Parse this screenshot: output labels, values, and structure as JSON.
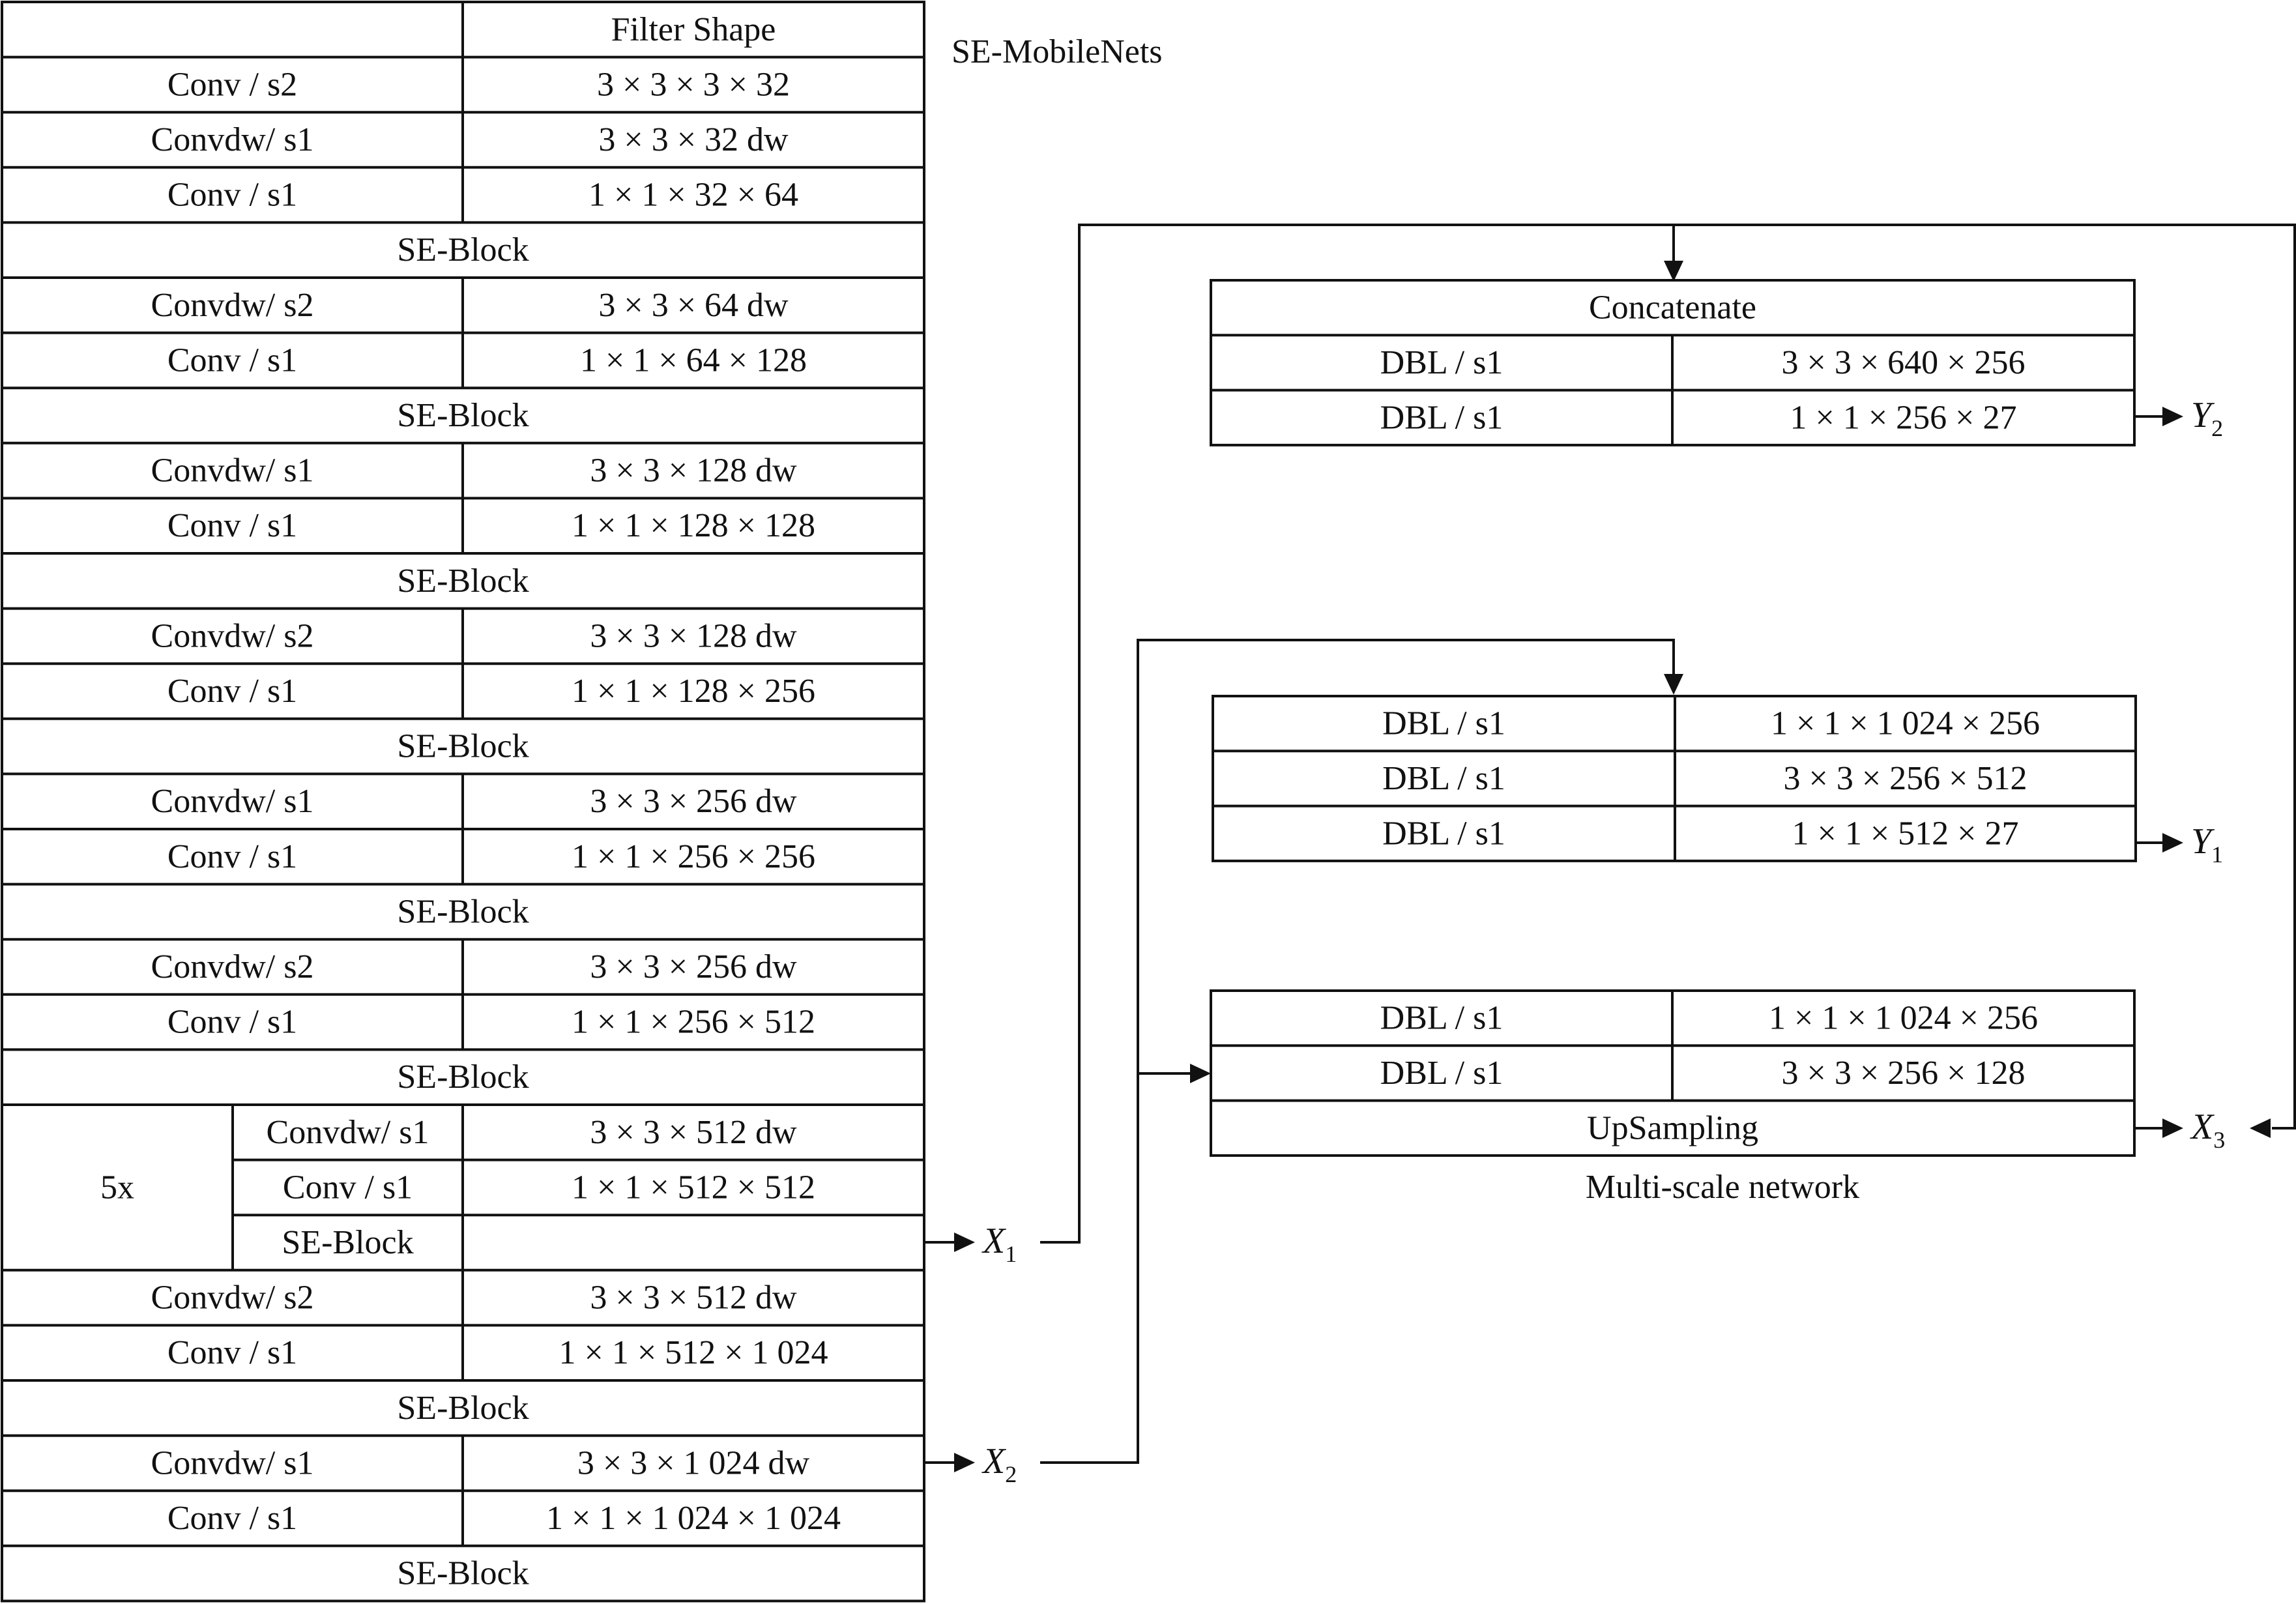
{
  "backbone": {
    "title": "SE-MobileNets",
    "header": {
      "layer": "",
      "shape": "Filter Shape"
    },
    "rows": [
      {
        "layer": "Conv / s2",
        "shape": "3 × 3 × 3 × 32"
      },
      {
        "layer": "Convdw/ s1",
        "shape": "3 × 3 × 32 dw"
      },
      {
        "layer": "Conv / s1",
        "shape": "1 × 1 × 32 × 64"
      },
      {
        "span": "SE-Block"
      },
      {
        "layer": "Convdw/ s2",
        "shape": "3 × 3 × 64 dw"
      },
      {
        "layer": "Conv / s1",
        "shape": "1 × 1 × 64 × 128"
      },
      {
        "span": "SE-Block"
      },
      {
        "layer": "Convdw/ s1",
        "shape": "3 × 3 × 128 dw"
      },
      {
        "layer": "Conv / s1",
        "shape": "1 × 1 × 128 × 128"
      },
      {
        "span": "SE-Block"
      },
      {
        "layer": "Convdw/ s2",
        "shape": "3 × 3 × 128 dw"
      },
      {
        "layer": "Conv / s1",
        "shape": "1 × 1 × 128 × 256"
      },
      {
        "span": "SE-Block"
      },
      {
        "layer": "Convdw/ s1",
        "shape": "3 × 3 × 256 dw"
      },
      {
        "layer": "Conv / s1",
        "shape": "1 × 1 × 256 × 256"
      },
      {
        "span": "SE-Block"
      },
      {
        "layer": "Convdw/ s2",
        "shape": "3 × 3 × 256 dw"
      },
      {
        "layer": "Conv / s1",
        "shape": "1 × 1 × 256 × 512"
      },
      {
        "span": "SE-Block"
      },
      {
        "group": "5x",
        "layer": "Convdw/ s1",
        "shape": "3 × 3 × 512 dw"
      },
      {
        "group": "5x",
        "layer": "Conv / s1",
        "shape": "1 × 1 × 512 × 512"
      },
      {
        "group": "5x",
        "layer": "SE-Block",
        "shape": "",
        "output": "X1"
      },
      {
        "layer": "Convdw/ s2",
        "shape": "3 × 3 × 512 dw"
      },
      {
        "layer": "Conv / s1",
        "shape": "1 × 1 × 512 × 1 024"
      },
      {
        "span": "SE-Block"
      },
      {
        "layer": "Convdw/ s1",
        "shape": "3 × 3 × 1 024 dw",
        "output": "X2"
      },
      {
        "layer": "Conv / s1",
        "shape": "1 × 1 × 1 024 × 1 024"
      },
      {
        "span": "SE-Block"
      }
    ]
  },
  "multiscale": {
    "title": "Multi-scale network",
    "block_top": {
      "header": "Concatenate",
      "rows": [
        {
          "layer": "DBL / s1",
          "shape": "3 × 3 × 640 × 256"
        },
        {
          "layer": "DBL / s1",
          "shape": "1 × 1 × 256 × 27"
        }
      ],
      "output": "Y2"
    },
    "block_middle": {
      "rows": [
        {
          "layer": "DBL / s1",
          "shape": "1 × 1 × 1 024 × 256"
        },
        {
          "layer": "DBL / s1",
          "shape": "3 × 3 × 256 × 512"
        },
        {
          "layer": "DBL / s1",
          "shape": "1 × 1 × 512 × 27"
        }
      ],
      "output": "Y1"
    },
    "block_bottom": {
      "rows": [
        {
          "layer": "DBL / s1",
          "shape": "1 × 1 × 1 024 × 256"
        },
        {
          "layer": "DBL / s1",
          "shape": "3 × 3 × 256 × 128"
        }
      ],
      "footer": "UpSampling",
      "output": "X3"
    }
  },
  "signals": {
    "x1": {
      "base": "X",
      "sub": "1"
    },
    "x2": {
      "base": "X",
      "sub": "2"
    },
    "x3": {
      "base": "X",
      "sub": "3"
    },
    "y1": {
      "base": "Y",
      "sub": "1"
    },
    "y2": {
      "base": "Y",
      "sub": "2"
    }
  }
}
